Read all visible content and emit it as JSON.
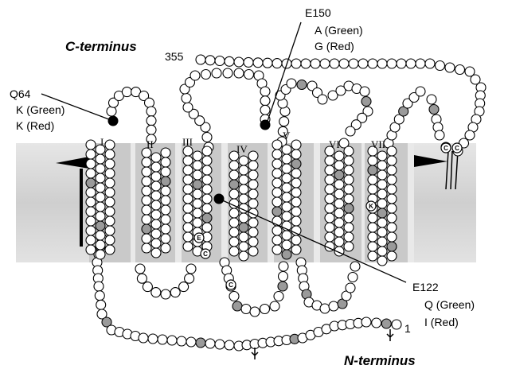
{
  "figure": {
    "c_terminus": "C-terminus",
    "n_terminus": "N-terminus",
    "residue_start": "1",
    "residue_end": "355",
    "helices": [
      "I",
      "II",
      "III",
      "IV",
      "V",
      "VI",
      "VII"
    ],
    "mutations": [
      {
        "site": "Q64",
        "green": "K (Green)",
        "red": "K (Red)"
      },
      {
        "site": "E150",
        "green": "A (Green)",
        "red": "G (Red)"
      },
      {
        "site": "E122",
        "green": "Q (Green)",
        "red": "I (Red)"
      }
    ],
    "residue_marks": {
      "cys": "C",
      "lys": "K",
      "glu": "E"
    },
    "colors": {
      "residue_fill": "#ffffff",
      "residue_shaded": "#9a9a9a",
      "mutation_site": "#000000",
      "membrane": "#d4d4d4",
      "helix_band": "#bdbdbd"
    }
  }
}
